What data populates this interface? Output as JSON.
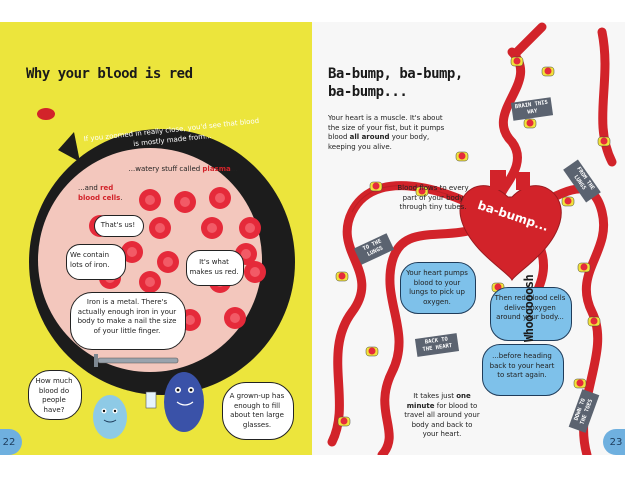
{
  "left_page": {
    "title": "Why your blood is red",
    "intro": "If you zoomed in really close, you'd see that blood is mostly made from...",
    "plasma_prefix": "...watery stuff called ",
    "plasma_word": "plasma",
    "plasma_suffix": "...",
    "rbc_prefix": "...and ",
    "rbc_word": "red blood cells",
    "rbc_suffix": ".",
    "cells_say": "That's us!",
    "contain_iron": "We contain lots of iron.",
    "iron_red": "It's what makes us red.",
    "iron_metal": "Iron is a metal. There's actually enough iron in your body to make a nail the size of your little finger.",
    "question": "How much blood do people have?",
    "answer": "A grown-up has enough to fill about ten large glasses.",
    "page_number": "22"
  },
  "right_page": {
    "title_line1": "Ba-bump, ba-bump,",
    "title_line2": "ba-bump...",
    "intro_before": "Your heart is a muscle. It's about the size of your fist, but it pumps blood ",
    "intro_bold": "all around",
    "intro_after": " your body, keeping you alive.",
    "flows": "Blood flows to every part of your body through tiny tubes.",
    "heart_text": "ba-bump...",
    "pumps": "Your heart pumps blood to your lungs to pick up oxygen.",
    "deliver": "Then red blood cells deliver oxygen around your body...",
    "heading_back": "...before heading back to your heart to start again.",
    "whoosh": "Whoooooosh",
    "minute_before": "It takes just ",
    "minute_bold": "one minute",
    "minute_after": " for blood to travel all around your body and back to your heart.",
    "signs": {
      "brain": "BRAIN THIS WAY",
      "lungs_right": "FROM THE LUNGS",
      "lungs_left": "TO THE LUNGS",
      "back_heart": "BACK TO THE HEART",
      "toes": "DOWN TO THE TOES"
    },
    "page_number": "23"
  },
  "colors": {
    "yellow": "#ece53c",
    "vessel_red": "#d2232a",
    "blue": "#7ec1ea",
    "plasma_pink": "#f3c7bd"
  }
}
